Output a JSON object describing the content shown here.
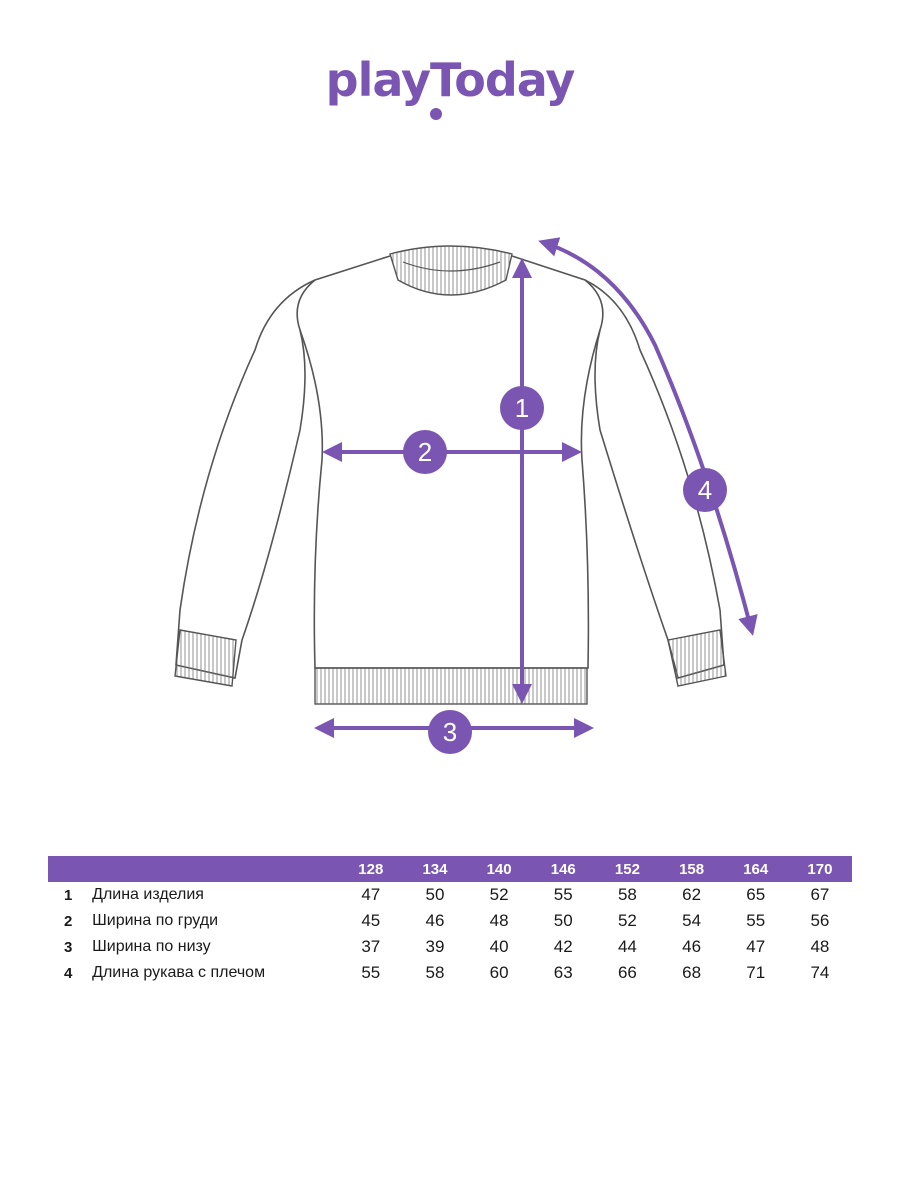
{
  "brand": {
    "logo_text": "playToday",
    "accent_color": "#7a56b2"
  },
  "diagram": {
    "markers": [
      {
        "id": "1",
        "label": "1"
      },
      {
        "id": "2",
        "label": "2"
      },
      {
        "id": "3",
        "label": "3"
      },
      {
        "id": "4",
        "label": "4"
      }
    ]
  },
  "size_table": {
    "sizes": [
      "128",
      "134",
      "140",
      "146",
      "152",
      "158",
      "164",
      "170"
    ],
    "rows": [
      {
        "num": "1",
        "name": "Длина изделия",
        "values": [
          "47",
          "50",
          "52",
          "55",
          "58",
          "62",
          "65",
          "67"
        ]
      },
      {
        "num": "2",
        "name": "Ширина по груди",
        "values": [
          "45",
          "46",
          "48",
          "50",
          "52",
          "54",
          "55",
          "56"
        ]
      },
      {
        "num": "3",
        "name": "Ширина по низу",
        "values": [
          "37",
          "39",
          "40",
          "42",
          "44",
          "46",
          "47",
          "48"
        ]
      },
      {
        "num": "4",
        "name": "Длина рукава с плечом",
        "values": [
          "55",
          "58",
          "60",
          "63",
          "66",
          "68",
          "71",
          "74"
        ]
      }
    ]
  }
}
